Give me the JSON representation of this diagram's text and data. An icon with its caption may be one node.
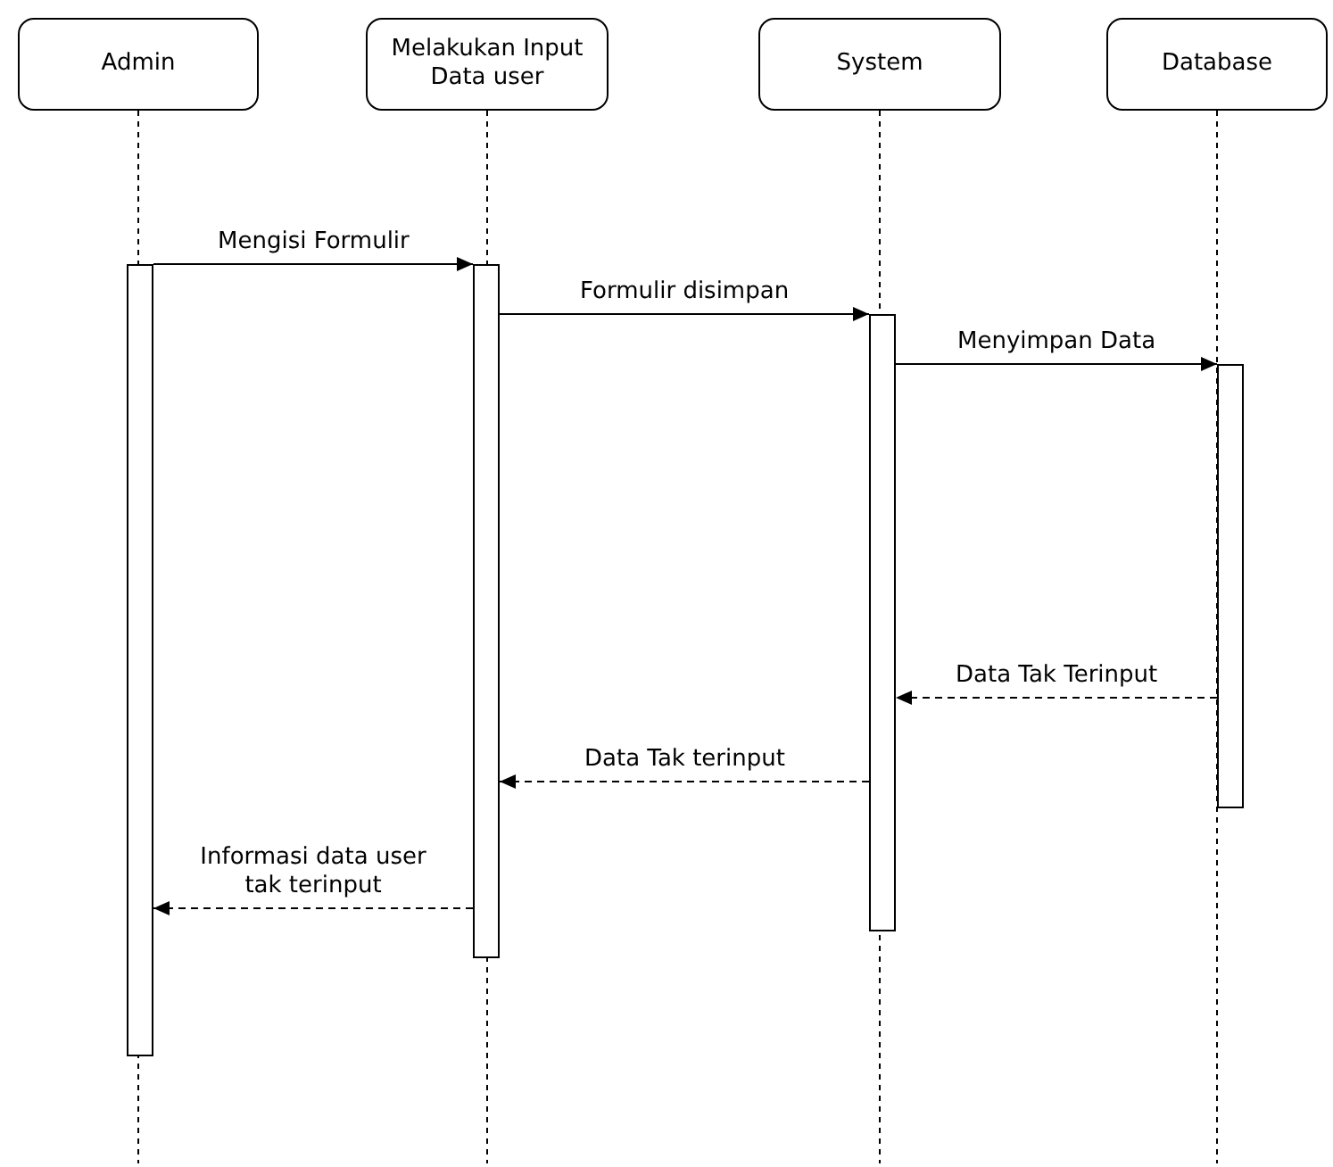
{
  "diagram": {
    "nodes": [
      {
        "text": [
          "Admin"
        ]
      },
      {
        "text": [
          "Melakukan Input Data user"
        ]
      },
      {
        "text": [
          "System"
        ]
      },
      {
        "text": [
          "Database"
        ]
      },
      {
        "text": [],
        "shape": "bar"
      },
      {
        "text": [],
        "shape": "bar"
      },
      {
        "text": [],
        "shape": "bar"
      },
      {
        "text": [],
        "shape": "bar"
      }
    ],
    "edges": [
      {
        "from": 4,
        "to": 5,
        "arrow": "to",
        "label": "Mengisi Formulir"
      },
      {
        "from": 5,
        "to": 6,
        "arrow": "to",
        "label": "Formulir disimpan"
      },
      {
        "from": 6,
        "to": 7,
        "arrow": "to",
        "label": "Menyimpan Data"
      },
      {
        "from": 7,
        "to": 6,
        "arrow": "to",
        "label": "Data Tak Terinput",
        "style": "dashed"
      },
      {
        "from": 6,
        "to": 5,
        "arrow": "to",
        "label": "Data Tak terinput",
        "style": "dashed"
      },
      {
        "from": 5,
        "to": 4,
        "arrow": "to",
        "label": "Informasi data user tak terinput",
        "style": "dashed"
      }
    ]
  }
}
